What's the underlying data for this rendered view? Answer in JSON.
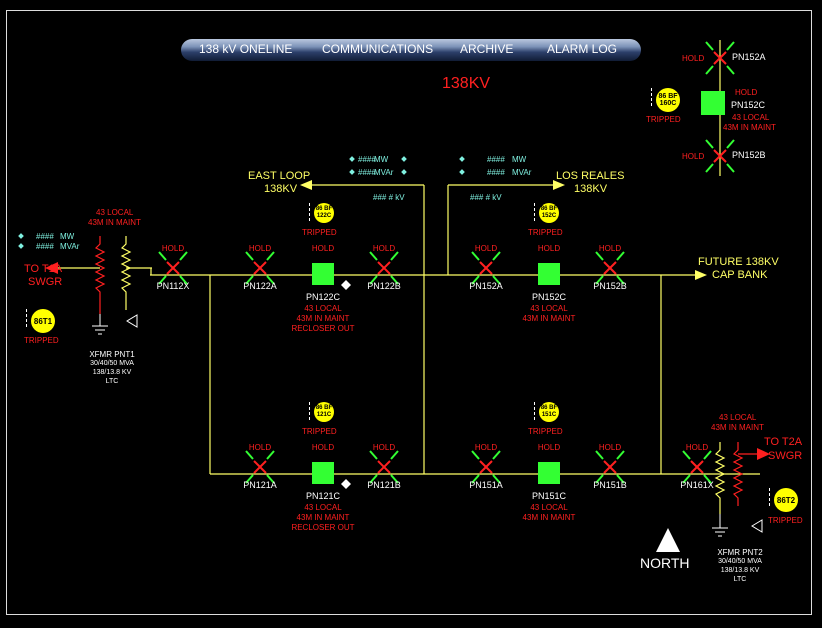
{
  "nav": {
    "items": [
      "138 kV ONELINE",
      "COMMUNICATIONS",
      "ARCHIVE",
      "ALARM LOG"
    ]
  },
  "title": "138KV",
  "common": {
    "hold": "HOLD",
    "tripped": "TRIPPED",
    "local": "43 LOCAL",
    "maint": "43M IN MAINT",
    "recloser": "RECLOSER OUT",
    "mw": "MW",
    "mvar": "MVAr",
    "mw_val": "####",
    "kv": "### #  kV"
  },
  "east_loop": {
    "line1": "EAST LOOP",
    "line2": "138KV"
  },
  "los_reales": {
    "line1": "LOS REALES",
    "line2": "138KV"
  },
  "future": {
    "line1": "FUTURE 138KV",
    "line2": "CAP BANK"
  },
  "t1a": {
    "line1": "TO T1A",
    "line2": "SWGR"
  },
  "t2a": {
    "line1": "TO T2A",
    "line2": "SWGR"
  },
  "xfmr1": {
    "l1": "XFMR PNT1",
    "l2": "30/40/50 MVA",
    "l3": "138/13.8 KV",
    "l4": "LTC"
  },
  "xfmr2": {
    "l1": "XFMR PNT2",
    "l2": "30/40/50 MVA",
    "l3": "138/13.8 KV",
    "l4": "LTC"
  },
  "breakers": {
    "pn112x": "PN112X",
    "pn122a": "PN122A",
    "pn122c": "PN122C",
    "pn122b": "PN122B",
    "pn152a": "PN152A",
    "pn152c": "PN152C",
    "pn152b": "PN152B",
    "pn121a": "PN121A",
    "pn121c": "PN121C",
    "pn121b": "PN121B",
    "pn151a": "PN151A",
    "pn151c": "PN151C",
    "pn151b": "PN151B",
    "pn161x": "PN161X",
    "legend_152a": "PN152A",
    "legend_152c": "PN152C",
    "legend_152b": "PN152B"
  },
  "relays": {
    "r86t1": "86T1",
    "r86t2": "86T2",
    "bf122c": [
      "86 BF",
      "122C"
    ],
    "bf152c": [
      "86 BF",
      "152C"
    ],
    "bf121c": [
      "86 BF",
      "121C"
    ],
    "bf151c": [
      "86 BF",
      "151C"
    ],
    "bf160c": [
      "86 BF",
      "160C"
    ]
  },
  "north": "NORTH",
  "colors": {
    "bus": "#ffff66",
    "open_breaker": "#ff2020",
    "closed_stub": "#33ff33",
    "alarm": "#ff2020",
    "relay": "#ffff00"
  }
}
